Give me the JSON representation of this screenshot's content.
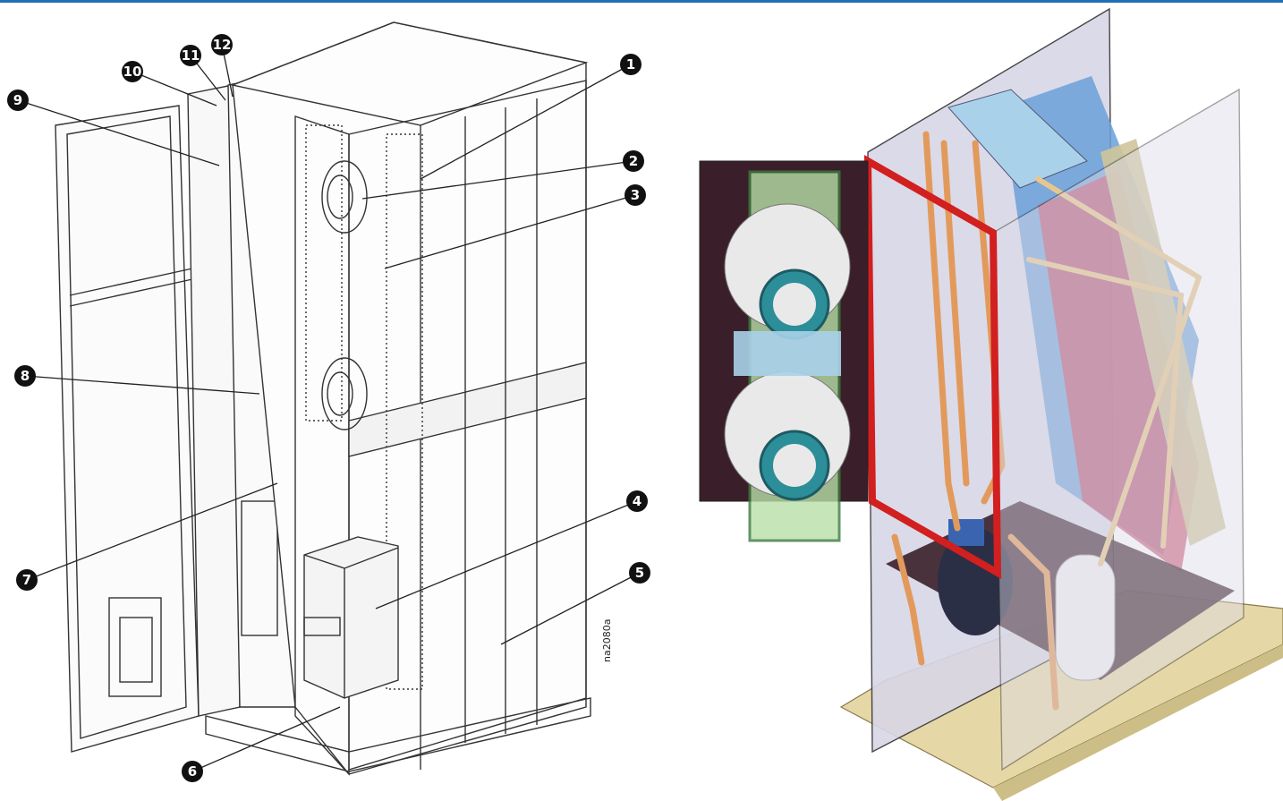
{
  "figure_code": "na2080a",
  "callouts": [
    {
      "label": "1"
    },
    {
      "label": "2"
    },
    {
      "label": "3"
    },
    {
      "label": "4"
    },
    {
      "label": "5"
    },
    {
      "label": "6"
    },
    {
      "label": "7"
    },
    {
      "label": "8"
    },
    {
      "label": "9"
    },
    {
      "label": "10"
    },
    {
      "label": "11"
    },
    {
      "label": "12"
    }
  ],
  "colors": {
    "accent_line": "#1f6fb5",
    "callout_fill": "#111111",
    "frame_red": "#d21f1f",
    "panel_dark": "#3a1f2a",
    "coil_blue": "#6aa0d8",
    "coil_red": "#c8506a",
    "fan_green": "#7fb58a",
    "pipe_copper": "#e29a5c",
    "pallet_wood": "#e6d8a6"
  }
}
